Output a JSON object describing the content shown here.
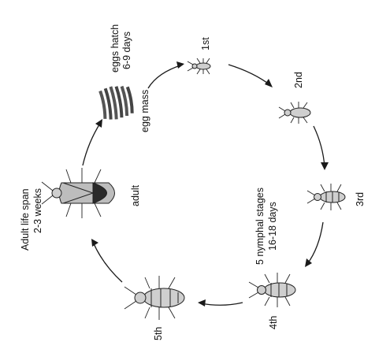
{
  "labels": {
    "eggs_hatch_line1": "eggs hatch",
    "eggs_hatch_line2": "6-9 days",
    "egg_mass": "egg mass",
    "stage_1": "1st",
    "stage_2": "2nd",
    "stage_3": "3rd",
    "stage_4": "4th",
    "stage_5": "5th",
    "nymphal_line1": "5 nymphal stages",
    "nymphal_line2": "16-18 days",
    "adult": "adult",
    "adult_span_line1": "Adult life span",
    "adult_span_line2": "2-3 weeks"
  },
  "icons": [
    "egg-mass-icon",
    "nymph-1st-icon",
    "nymph-2nd-icon",
    "nymph-3rd-icon",
    "nymph-4th-icon",
    "nymph-5th-icon",
    "adult-bug-icon"
  ]
}
